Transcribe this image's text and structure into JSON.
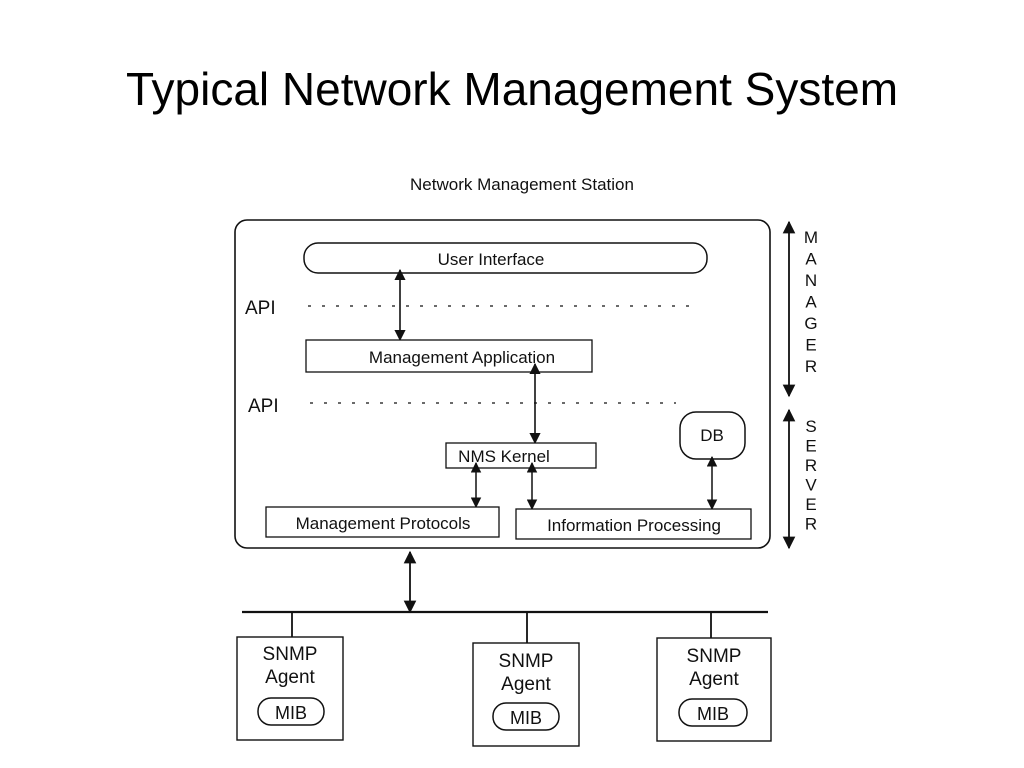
{
  "slide": {
    "title": "Typical Network Management System"
  },
  "station": {
    "caption": "Network Management Station",
    "user_interface": "User Interface",
    "api_label_1": "API",
    "management_application": "Management Application",
    "api_label_2": "API",
    "nms_kernel": "NMS Kernel",
    "db": "DB",
    "management_protocols": "Management Protocols",
    "information_processing": "Information Processing"
  },
  "side_labels": {
    "manager": [
      "M",
      "A",
      "N",
      "A",
      "G",
      "E",
      "R"
    ],
    "server": [
      "S",
      "E",
      "R",
      "V",
      "E",
      "R"
    ]
  },
  "agents": [
    {
      "line1": "SNMP",
      "line2": "Agent",
      "mib": "MIB"
    },
    {
      "line1": "SNMP",
      "line2": "Agent",
      "mib": "MIB"
    },
    {
      "line1": "SNMP",
      "line2": "Agent",
      "mib": "MIB"
    }
  ]
}
